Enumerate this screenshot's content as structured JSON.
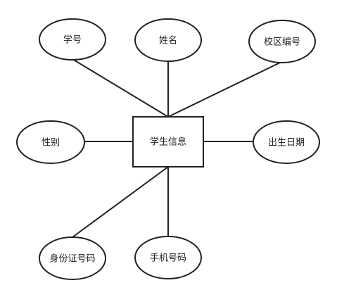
{
  "entity": {
    "id": "student",
    "label": "学生信息"
  },
  "attributes": [
    {
      "id": "student-id",
      "label": "学号"
    },
    {
      "id": "name",
      "label": "姓名"
    },
    {
      "id": "campus-code",
      "label": "校区编号"
    },
    {
      "id": "gender",
      "label": "性别"
    },
    {
      "id": "birth-date",
      "label": "出生日期"
    },
    {
      "id": "id-card-number",
      "label": "身份证号码"
    },
    {
      "id": "phone-number",
      "label": "手机号码"
    }
  ],
  "colors": {
    "stroke": "#222222",
    "fill": "#ffffff",
    "text": "#222222"
  }
}
